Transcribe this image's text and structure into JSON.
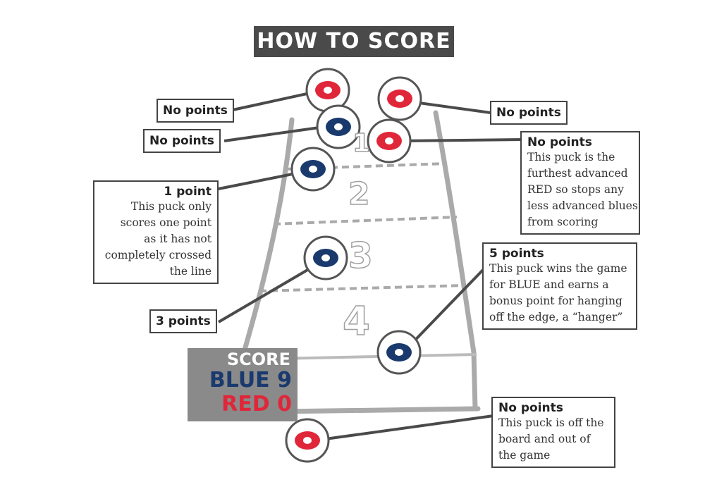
{
  "title": "HOW TO SCORE",
  "zones": [
    "1",
    "2",
    "3",
    "4"
  ],
  "colors": {
    "blue": "#1a3a6e",
    "red": "#e0273a",
    "board": "#aaaaaa",
    "label_border": "#444444"
  },
  "callouts": {
    "red_top_left": {
      "head": "No points"
    },
    "blue_top_left": {
      "head": "No points"
    },
    "red_top_right": {
      "head": "No points"
    },
    "red_zone1": {
      "head": "No points",
      "body": [
        "This puck is the",
        "furthest advanced",
        "RED so stops any",
        "less advanced blues",
        "from scoring"
      ]
    },
    "blue_zone2": {
      "head": "1 point",
      "body": [
        "This puck only",
        "scores one point",
        "as it has not",
        "completely crossed",
        "the line"
      ]
    },
    "blue_zone3": {
      "head": "3 points"
    },
    "blue_hanger": {
      "head": "5 points",
      "body": [
        "This puck wins the game",
        "for BLUE and earns a",
        "bonus point for hanging",
        "off the edge, a “hanger”"
      ]
    },
    "red_off": {
      "head": "No points",
      "body": [
        "This puck is off the",
        "board and out of",
        "the game"
      ]
    }
  },
  "score": {
    "label": "SCORE",
    "blue": "BLUE 9",
    "red": "RED 0"
  }
}
